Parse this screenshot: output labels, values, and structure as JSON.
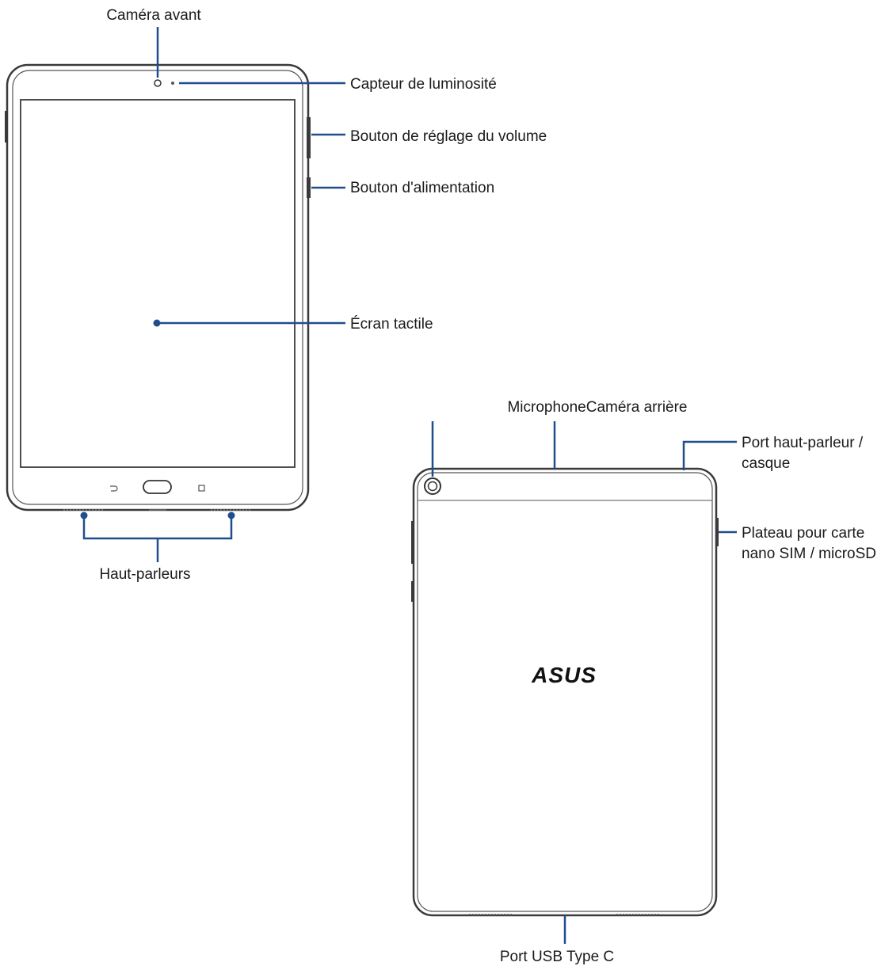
{
  "front_view": {
    "front_camera_label": "Caméra avant",
    "light_sensor_label": "Capteur de luminosité",
    "volume_button_label": "Bouton de réglage du volume",
    "power_button_label": "Bouton d'alimentation",
    "touchscreen_label": "Écran tactile",
    "speakers_label": "Haut-parleurs"
  },
  "back_view": {
    "microphone_camera_label": "MicrophoneCaméra arrière",
    "audio_port_label_line1": "Port haut-parleur /",
    "audio_port_label_line2": "casque",
    "sim_tray_label_line1": "Plateau pour carte",
    "sim_tray_label_line2": "nano SIM / microSD",
    "usb_port_label": "Port USB Type C",
    "logo_text": "ASUS"
  },
  "colors": {
    "leader_line": "#1f4e8c",
    "device_outline": "#3a3a3a"
  }
}
